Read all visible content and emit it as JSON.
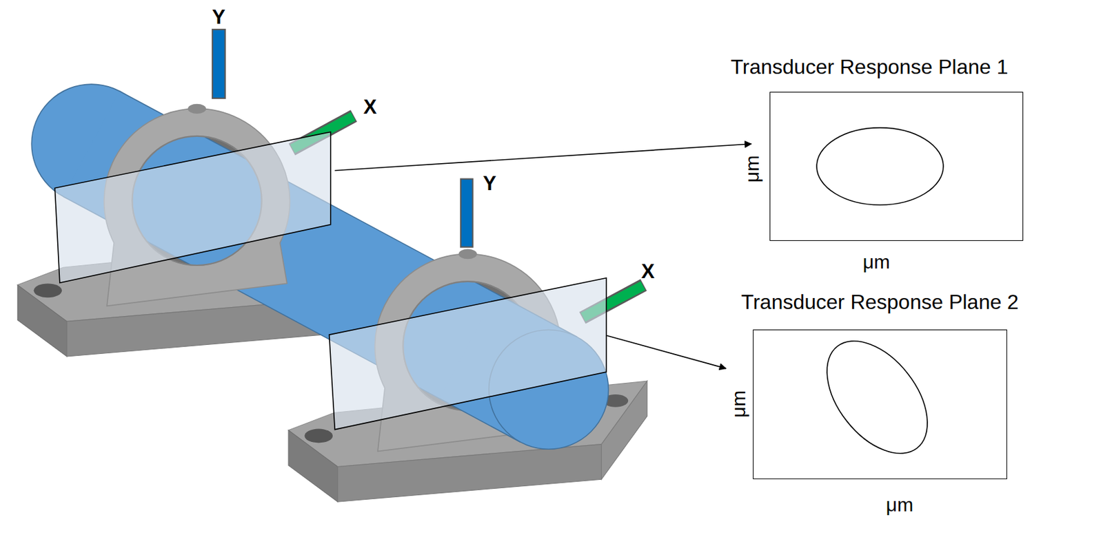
{
  "diagram": {
    "nodes": [
      {
        "text": [
          "Transducer Response Plane 1",
          "μm",
          "μm"
        ]
      },
      {
        "text": [
          "Transducer Response Plane 2",
          "μm",
          "μm"
        ]
      }
    ],
    "labels": [
      "Y",
      "X",
      "Y",
      "X"
    ]
  }
}
